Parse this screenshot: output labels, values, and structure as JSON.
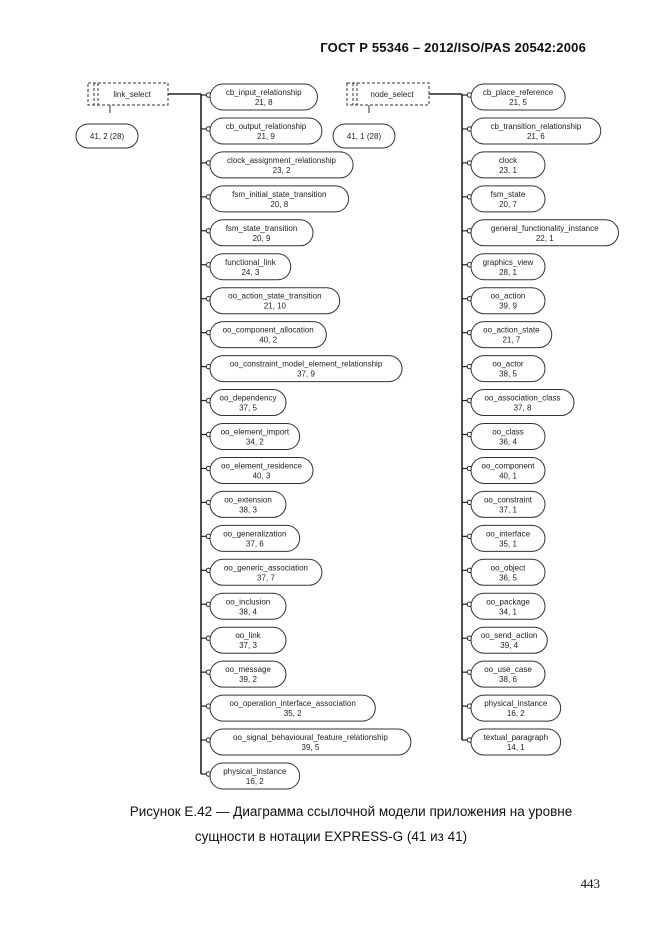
{
  "header": {
    "title": "ГОСТ  Р 55346 – 2012/ISO/PAS 20542:2006"
  },
  "left_select": {
    "name": "link_select",
    "ref": "41, 2 (28)",
    "entities": [
      {
        "name": "cb_input_relationship",
        "ref": "21, 8"
      },
      {
        "name": "cb_output_relationship",
        "ref": "21, 9"
      },
      {
        "name": "clock_assignment_relationship",
        "ref": "23, 2"
      },
      {
        "name": "fsm_initial_state_transition",
        "ref": "20, 8"
      },
      {
        "name": "fsm_state_transition",
        "ref": "20, 9"
      },
      {
        "name": "functional_link",
        "ref": "24, 3"
      },
      {
        "name": "oo_action_state_transition",
        "ref": "21, 10"
      },
      {
        "name": "oo_component_allocation",
        "ref": "40, 2"
      },
      {
        "name": "oo_constraint_model_element_relationship",
        "ref": "37, 9"
      },
      {
        "name": "oo_dependency",
        "ref": "37, 5"
      },
      {
        "name": "oo_element_import",
        "ref": "34, 2"
      },
      {
        "name": "oo_element_residence",
        "ref": "40, 3"
      },
      {
        "name": "oo_extension",
        "ref": "38, 3"
      },
      {
        "name": "oo_generalization",
        "ref": "37, 6"
      },
      {
        "name": "oo_generic_association",
        "ref": "37, 7"
      },
      {
        "name": "oo_inclusion",
        "ref": "38, 4"
      },
      {
        "name": "oo_link",
        "ref": "37, 3"
      },
      {
        "name": "oo_message",
        "ref": "39, 2"
      },
      {
        "name": "oo_operation_interface_association",
        "ref": "35, 2"
      },
      {
        "name": "oo_signal_behavioural_feature_relationship",
        "ref": "39, 5"
      },
      {
        "name": "physical_instance",
        "ref": "16, 2"
      }
    ]
  },
  "right_select": {
    "name": "node_select",
    "ref": "41, 1 (28)",
    "entities": [
      {
        "name": "cb_place_reference",
        "ref": "21, 5"
      },
      {
        "name": "cb_transition_relationship",
        "ref": "21, 6"
      },
      {
        "name": "clock",
        "ref": "23, 1"
      },
      {
        "name": "fsm_state",
        "ref": "20, 7"
      },
      {
        "name": "general_functionality_instance",
        "ref": "22, 1"
      },
      {
        "name": "graphics_view",
        "ref": "28, 1"
      },
      {
        "name": "oo_action",
        "ref": "39, 9"
      },
      {
        "name": "oo_action_state",
        "ref": "21, 7"
      },
      {
        "name": "oo_actor",
        "ref": "38, 5"
      },
      {
        "name": "oo_association_class",
        "ref": "37, 8"
      },
      {
        "name": "oo_class",
        "ref": "36, 4"
      },
      {
        "name": "oo_component",
        "ref": "40, 1"
      },
      {
        "name": "oo_constraint",
        "ref": "37, 1"
      },
      {
        "name": "oo_interface",
        "ref": "35, 1"
      },
      {
        "name": "oo_object",
        "ref": "36, 5"
      },
      {
        "name": "oo_package",
        "ref": "34, 1"
      },
      {
        "name": "oo_send_action",
        "ref": "39, 4"
      },
      {
        "name": "oo_use_case",
        "ref": "38, 6"
      },
      {
        "name": "physical_instance",
        "ref": "16, 2"
      },
      {
        "name": "textual_paragraph",
        "ref": "14, 1"
      }
    ]
  },
  "caption": {
    "line1": "Рисунок Е.42 — Диаграмма ссылочной модели приложения на уровне",
    "line2": "сущности в нотации EXPRESS-G (41 из 41)"
  },
  "page_number": "443"
}
